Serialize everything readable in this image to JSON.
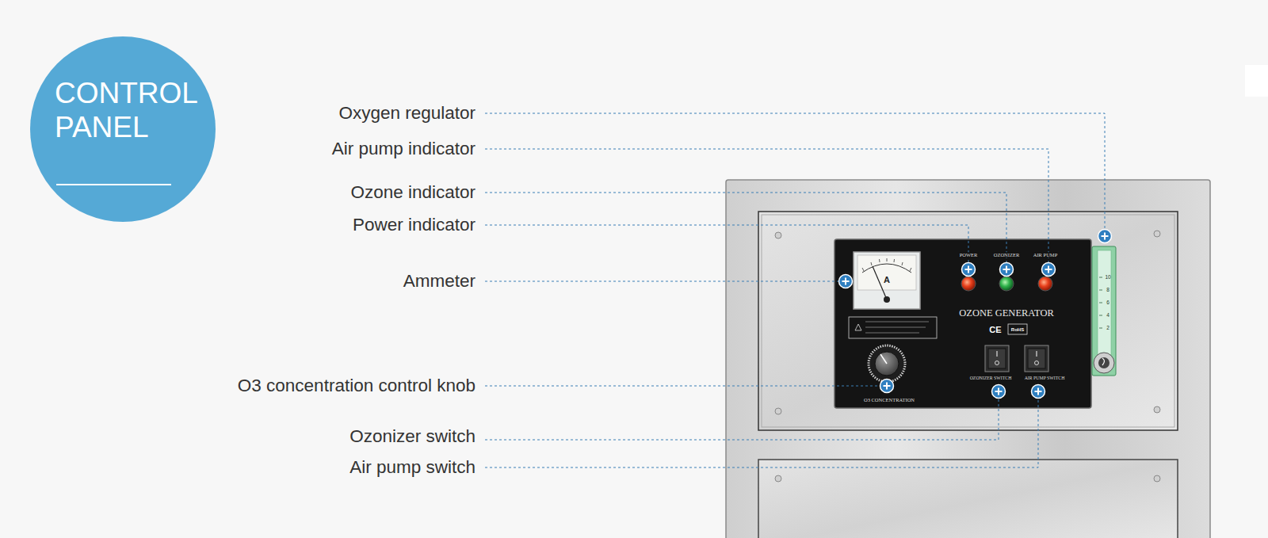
{
  "diagram": {
    "nodes": [
      {
        "text": [
          "CONTROL PANEL"
        ]
      }
    ],
    "labels": [
      "Oxygen regulator",
      "Air pump indicator",
      "Ozone indicator",
      "Power indicator",
      "Ammeter",
      "O3 concentration control knob",
      "Ozonizer switch",
      "Air pump switch",
      "A",
      "POWER",
      "OZONIZER",
      "AIR PUMP",
      "OZONE GENERATOR",
      "CE",
      "RoHS",
      "OZONIZER SWITCH",
      "AIR PUMP SWITCH",
      "O3 CONCENTRATION",
      "10",
      "8",
      "6",
      "4",
      "2"
    ]
  }
}
